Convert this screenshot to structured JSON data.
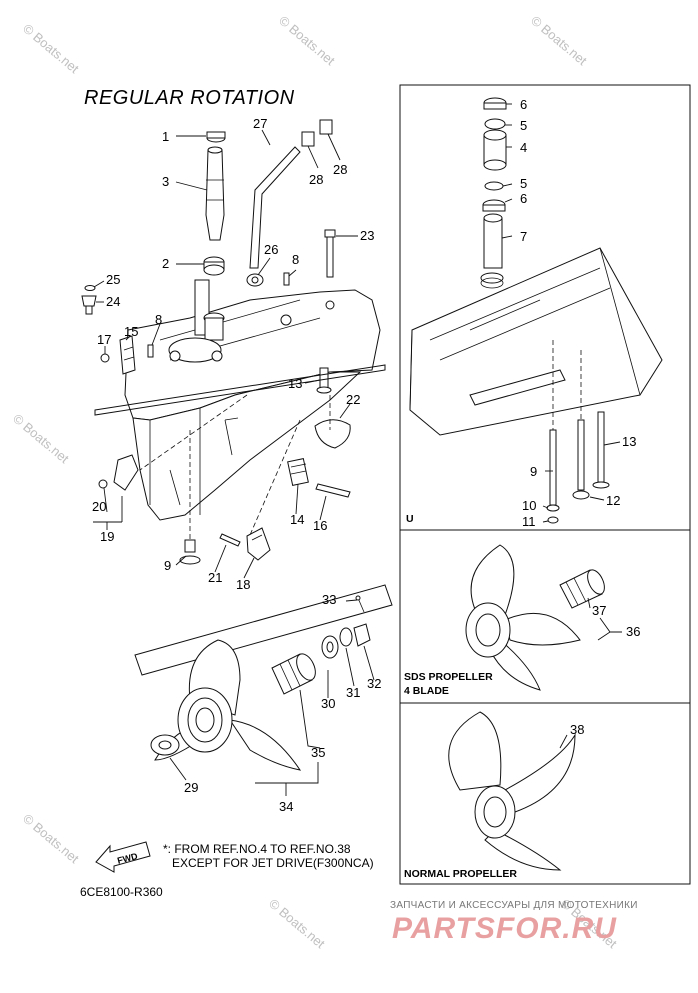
{
  "title": "REGULAR ROTATION",
  "drawing_code": "6CE8100-R360",
  "note_line1": "*: FROM REF.NO.4 TO REF.NO.38",
  "note_line2": "EXCEPT FOR JET DRIVE(F300NCA)",
  "fwd_label": "FWD",
  "panels": {
    "upper_right_tag": "U",
    "sds_line1": "SDS PROPELLER",
    "sds_line2": "4 BLADE",
    "normal": "NORMAL PROPELLER"
  },
  "watermark": "© Boats.net",
  "footer": {
    "tagline": "ЗАПЧАСТИ И АКСЕССУАРЫ ДЛЯ МОТОТЕХНИКИ",
    "brand": "PARTSFOR.RU"
  },
  "callouts": {
    "c1": "1",
    "c3": "3",
    "c2": "2",
    "c27": "27",
    "c28a": "28",
    "c28b": "28",
    "c26": "26",
    "c8a": "8",
    "c23": "23",
    "c25": "25",
    "c24": "24",
    "c17": "17",
    "c15": "15",
    "c8b": "8",
    "c13a": "13",
    "c22": "22",
    "c20": "20",
    "c19": "19",
    "c14": "14",
    "c16": "16",
    "c9a": "9",
    "c21": "21",
    "c18": "18",
    "c33": "33",
    "c30": "30",
    "c31": "31",
    "c32": "32",
    "c35": "35",
    "c29": "29",
    "c34": "34",
    "r6a": "6",
    "r5a": "5",
    "r4": "4",
    "r5b": "5",
    "r6b": "6",
    "r7": "7",
    "r13": "13",
    "r9": "9",
    "r10": "10",
    "r11": "11",
    "r12": "12",
    "r37": "37",
    "r36": "36",
    "r38": "38"
  }
}
